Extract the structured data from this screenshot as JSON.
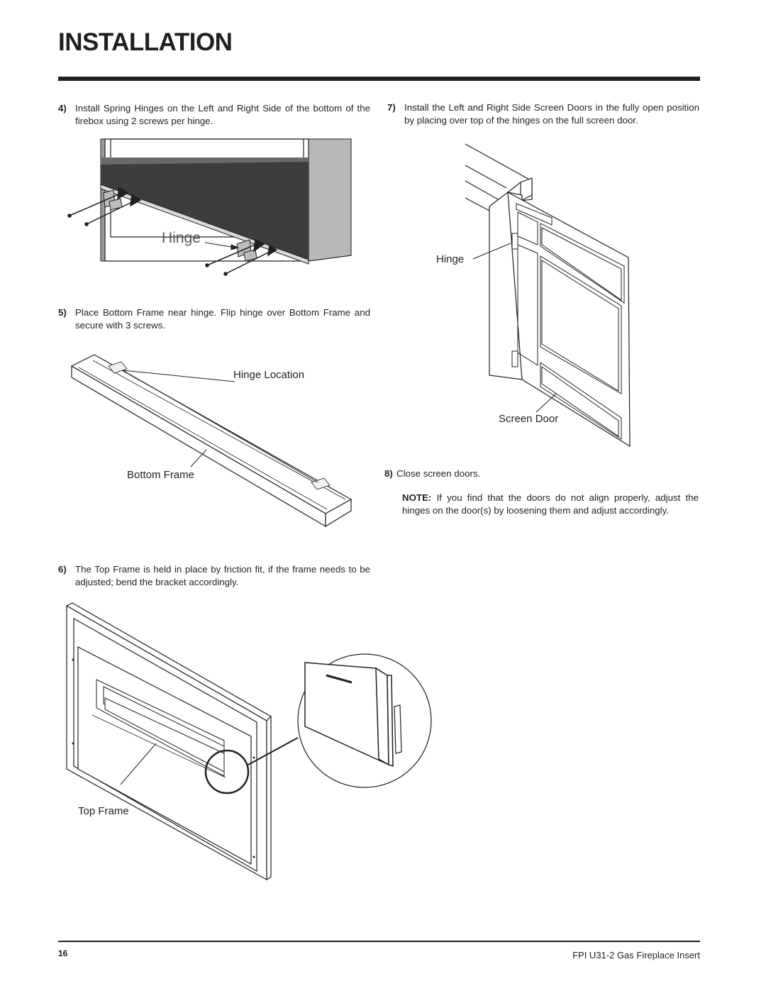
{
  "page": {
    "title": "INSTALLATION",
    "page_number": "16",
    "footer_text": "FPI U31-2 Gas Fireplace Insert"
  },
  "steps": {
    "step4": {
      "number": "4)",
      "text": "Install Spring Hinges on the Left and Right Side of the bottom of the firebox using 2 screws per hinge."
    },
    "step5": {
      "number": "5)",
      "text": "Place Bottom Frame near hinge. Flip hinge over Bottom Frame and secure with 3 screws."
    },
    "step6": {
      "number": "6)",
      "text": "The Top Frame is held in place by friction fit, if the frame needs to be adjusted; bend the bracket accordingly."
    },
    "step7": {
      "number": "7)",
      "text": "Install the Left and Right Side Screen Doors in the fully open position by placing over top of the hinges on the full screen door."
    },
    "step8": {
      "number": "8)",
      "text": "Close screen doors."
    }
  },
  "note": {
    "label": "NOTE:",
    "text": "If you find that the doors do not align properly, adjust the hinges on the door(s) by loosening them and adjust accordingly."
  },
  "figures": {
    "hinge_install": {
      "label_hinge": "Hinge"
    },
    "bottom_frame": {
      "label_hinge_location": "Hinge Location",
      "label_bottom_frame": "Bottom Frame"
    },
    "top_frame": {
      "label_top_frame": "Top Frame"
    },
    "screen_door": {
      "label_hinge": "Hinge",
      "label_screen_door": "Screen Door"
    }
  }
}
